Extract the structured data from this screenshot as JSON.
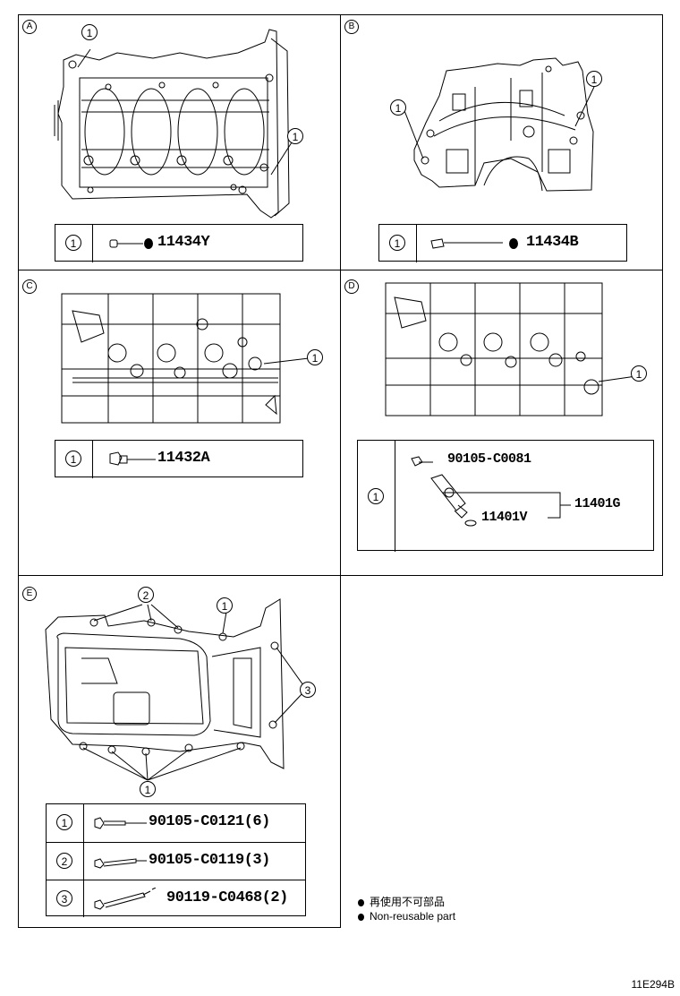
{
  "panels": {
    "a": {
      "letter": "A",
      "callouts": [
        "1",
        "1"
      ],
      "legend": [
        {
          "index": "1",
          "part_number": "11434Y",
          "non_reusable": true
        }
      ]
    },
    "b": {
      "letter": "B",
      "callouts": [
        "1",
        "1"
      ],
      "legend": [
        {
          "index": "1",
          "part_number": "11434B",
          "non_reusable": true
        }
      ]
    },
    "c": {
      "letter": "C",
      "callouts": [
        "1"
      ],
      "legend": [
        {
          "index": "1",
          "part_number": "11432A"
        }
      ]
    },
    "d": {
      "letter": "D",
      "callouts": [
        "1"
      ],
      "legend": {
        "index": "1",
        "bolt_part": "90105-C0081",
        "sensor_part": "11401V",
        "assembly_part": "11401G"
      }
    },
    "e": {
      "letter": "E",
      "callouts": [
        "2",
        "1",
        "3",
        "1"
      ],
      "legend": [
        {
          "index": "1",
          "part_number": "90105-C0121(6)"
        },
        {
          "index": "2",
          "part_number": "90105-C0119(3)"
        },
        {
          "index": "3",
          "part_number": "90119-C0468(2)"
        }
      ]
    }
  },
  "non_reusable_legend": {
    "symbol": "non-reusable-dot",
    "label_ja": "再使用不可部品",
    "label_en": "Non-reusable part"
  },
  "footer_code": "11E294B"
}
